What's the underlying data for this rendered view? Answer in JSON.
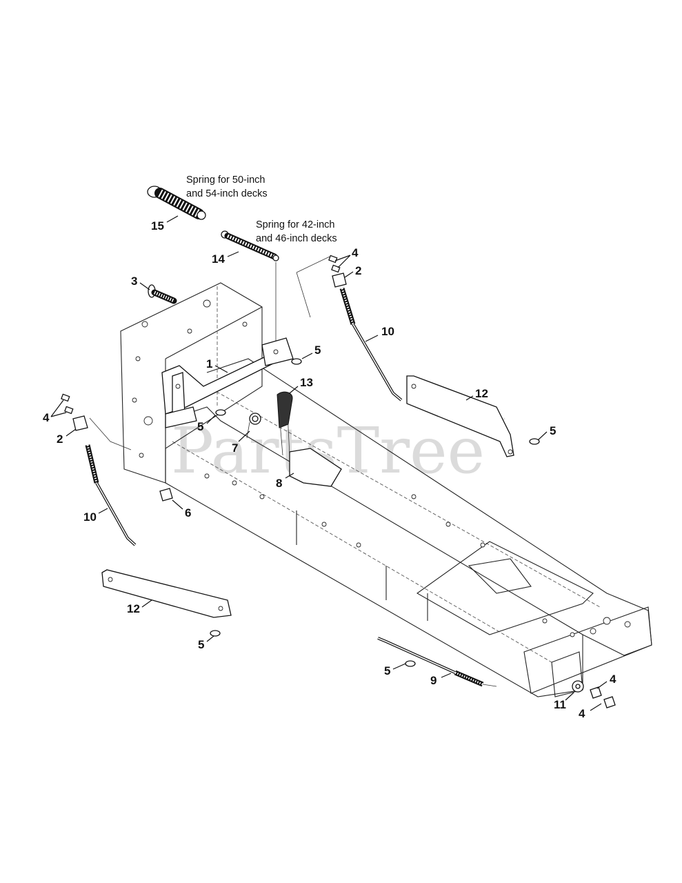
{
  "watermark": {
    "text": "PartsTree",
    "trademark": "™"
  },
  "notes": {
    "spring_50_54_line1": "Spring for 50-inch",
    "spring_50_54_line2": "and 54-inch decks",
    "spring_42_46_line1": "Spring for 42-inch",
    "spring_42_46_line2": "and 46-inch decks"
  },
  "callouts": {
    "c15": "15",
    "c14": "14",
    "c3": "3",
    "c4_top": "4",
    "c2_top": "2",
    "c10_right": "10",
    "c5_top": "5",
    "c1": "1",
    "c13": "13",
    "c12_right": "12",
    "c5_right": "5",
    "c4_left": "4",
    "c2_left": "2",
    "c5_mid": "5",
    "c7": "7",
    "c8": "8",
    "c6": "6",
    "c10_left": "10",
    "c12_left": "12",
    "c5_left": "5",
    "c5_bottom": "5",
    "c9": "9",
    "c11": "11",
    "c4_bottom_right": "4",
    "c4_bottom": "4"
  }
}
